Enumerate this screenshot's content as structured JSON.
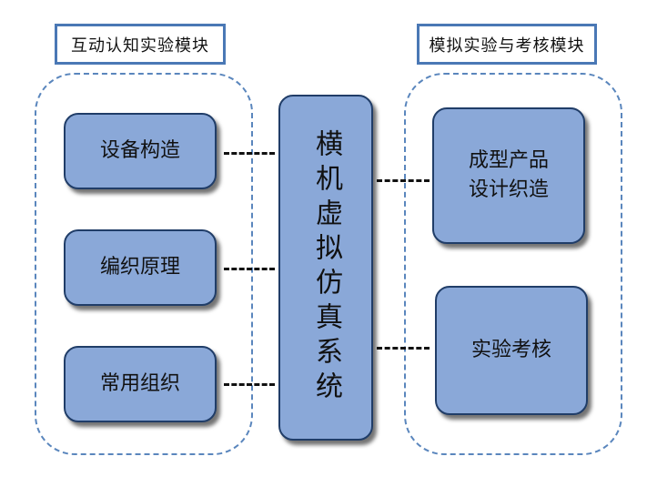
{
  "left_module": {
    "title": "互动认知实验模块",
    "items": [
      {
        "label": "设备构造"
      },
      {
        "label": "编织原理"
      },
      {
        "label": "常用组织"
      }
    ]
  },
  "center": {
    "label": "横机虚拟仿真系统"
  },
  "right_module": {
    "title": "模拟实验与考核模块",
    "items": [
      {
        "label": "成型产品\n设计织造"
      },
      {
        "label": "实验考核"
      }
    ]
  },
  "colors": {
    "box_fill": "#8aa8d8",
    "box_border": "#203d68",
    "title_border": "#4a78b5",
    "group_border": "#5a86bd"
  }
}
